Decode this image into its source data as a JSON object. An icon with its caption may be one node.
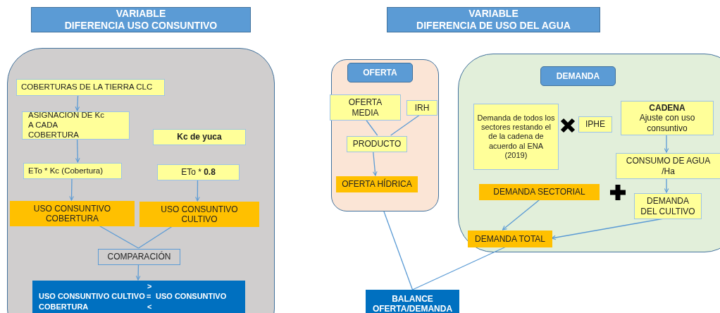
{
  "diagram": {
    "nodes": [
      {
        "text": [
          "VARIABLE",
          "DIFERENCIA USO  CONSUNTIVO"
        ]
      },
      {
        "text": [],
        "shape": "box"
      },
      {
        "text": [
          "COBERTURAS DE LA TIERRA CLC"
        ],
        "in": 1
      },
      {
        "text": [
          "ASIGNACION DE  Kc A CADA COBERTURA"
        ],
        "in": 1
      },
      {
        "text": [
          "Kc de yuca"
        ],
        "in": 1
      },
      {
        "text": [
          "ETo * Kc (Cobertura)"
        ],
        "in": 1
      },
      {
        "text": [
          "ETo * **0.8**"
        ],
        "in": 1
      },
      {
        "text": [
          "USO CONSUNTIVO COBERTURA"
        ],
        "in": 1
      },
      {
        "text": [
          "USO CONSUNTIVO CULTIVO"
        ],
        "in": 1
      },
      {
        "text": [
          "COMPARACIÓN"
        ],
        "in": 1
      },
      {
        "text": [
          ">",
          "USO CONSUNTIVO CULTIVO",
          "=",
          "USO CONSUNTIVO",
          "COBERTURA",
          "<"
        ],
        "in": 1
      },
      {
        "text": [
          "VARIABLE",
          "DIFERENCIA DE USO DEL AGUA"
        ]
      },
      {
        "text": [],
        "shape": "box"
      },
      {
        "text": [
          "OFERTA"
        ],
        "in": 12
      },
      {
        "text": [
          "OFERTA MEDIA"
        ],
        "in": 12
      },
      {
        "text": [
          "IRH"
        ],
        "in": 12
      },
      {
        "text": [
          "PRODUCTO"
        ],
        "in": 12
      },
      {
        "text": [
          "OFERTA HÍDRICA"
        ],
        "in": 12
      },
      {
        "text": [],
        "shape": "box"
      },
      {
        "text": [
          "DEMANDA"
        ],
        "in": 18
      },
      {
        "text": [
          "Demanda de todos los sectores restando el de la cadena de acuerdo al ENA (2019)"
        ],
        "in": 18
      },
      {
        "text": [
          "IPHE"
        ],
        "in": 18
      },
      {
        "text": [
          "CADENA",
          "Ajuste con uso consuntivo"
        ],
        "in": 18
      },
      {
        "text": [
          "CONSUMO DE AGUA /Ha"
        ],
        "in": 18
      },
      {
        "text": [
          "DEMANDA SECTORIAL"
        ],
        "in": 18
      },
      {
        "text": [
          "DEMANDA DEL CULTIVO"
        ],
        "in": 18
      },
      {
        "text": [
          "DEMANDA TOTAL"
        ],
        "in": 18
      },
      {
        "text": [
          "BALANCE OFERTA/DEMANDA"
        ]
      }
    ],
    "edges": [
      {
        "from": 2,
        "to": 3,
        "arrow": "to"
      },
      {
        "from": 3,
        "to": 5,
        "arrow": "to"
      },
      {
        "from": 5,
        "to": 7,
        "arrow": "to"
      },
      {
        "from": 6,
        "to": 8,
        "arrow": "to"
      },
      {
        "from": 7,
        "to": 9,
        "arrow": "none"
      },
      {
        "from": 8,
        "to": 9,
        "arrow": "none"
      },
      {
        "from": 9,
        "to": 10,
        "arrow": "to"
      },
      {
        "from": 14,
        "to": 16,
        "arrow": "none"
      },
      {
        "from": 15,
        "to": 16,
        "arrow": "none"
      },
      {
        "from": 16,
        "to": 17,
        "arrow": "to"
      },
      {
        "from": 22,
        "to": 23,
        "arrow": "to"
      },
      {
        "from": 23,
        "to": 25,
        "arrow": "to"
      },
      {
        "from": 24,
        "to": 26,
        "arrow": "to"
      },
      {
        "from": 25,
        "to": 26,
        "arrow": "to"
      },
      {
        "from": 12,
        "to": 27,
        "arrow": "none"
      },
      {
        "from": 26,
        "to": 27,
        "arrow": "none"
      }
    ]
  }
}
